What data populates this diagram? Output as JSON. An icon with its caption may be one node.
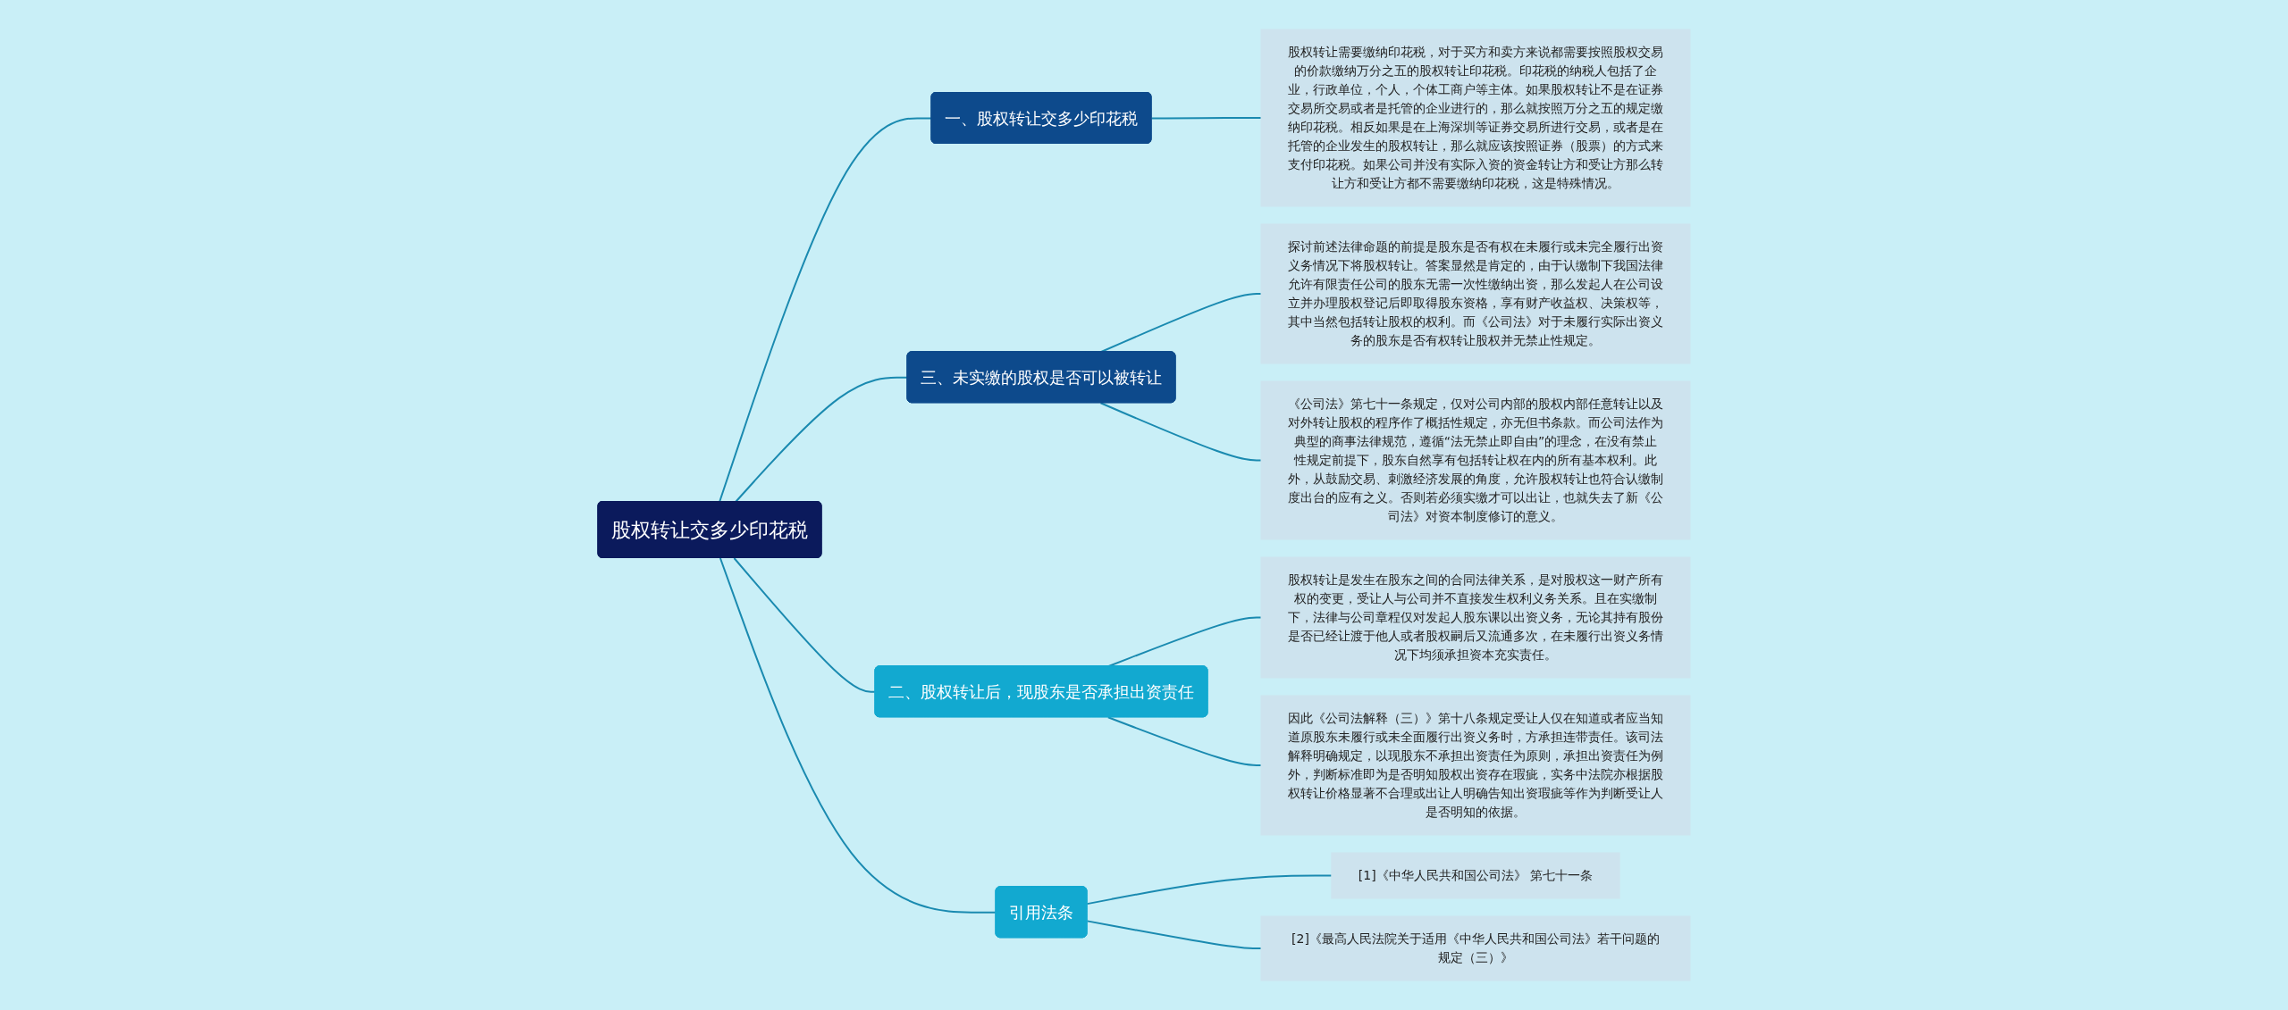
{
  "diagram": {
    "nodes": [
      {
        "text": [
          "股权转让交多少印花税"
        ]
      },
      {
        "text": [
          "一、股权转让交多少印花税"
        ]
      },
      {
        "text": [
          "股权转让需要缴纳印花税，对于买方和卖方来说都需要按照股权交易的价款缴纳万分之五的股权转让印花税。印花税的纳税人包括了企业，行政单位，个人，个体工商户等主体。如果股权转让不是在证券交易所交易或者是托管的企业进行的，那么就按照万分之五的规定缴纳印花税。相反如果是在上海深圳等证券交易所进行交易，或者是在托管的企业发生的股权转让，那么就应该按照证券（股票）的方式来支付印花税。如果公司并没有实际入资的资金转让方和受让方那么转让方和受让方都不需要缴纳印花税，这是特殊情况。"
        ]
      },
      {
        "text": [
          "三、未实缴的股权是否可以被转让"
        ]
      },
      {
        "text": [
          "探讨前述法律命题的前提是股东是否有权在未履行或未完全履行出资义务情况下将股权转让。答案显然是肯定的，由于认缴制下我国法律允许有限责任公司的股东无需一次性缴纳出资，那么发起人在公司设立并办理股权登记后即取得股东资格，享有财产收益权、决策权等，其中当然包括转让股权的权利。而《公司法》对于未履行实际出资义务的股东是否有权转让股权并无禁止性规定。"
        ]
      },
      {
        "text": [
          "《公司法》第七十一条规定，仅对公司内部的股权内部任意转让以及对外转让股权的程序作了概括性规定，亦无但书条款。而公司法作为典型的商事法律规范，遵循“法无禁止即自由”的理念，在没有禁止性规定前提下，股东自然享有包括转让权在内的所有基本权利。此外，从鼓励交易、刺激经济发展的角度，允许股权转让也符合认缴制度出台的应有之义。否则若必须实缴才可以出让，也就失去了新《公司法》对资本制度修订的意义。"
        ]
      },
      {
        "text": [
          "二、股权转让后，现股东是否承担出资责任"
        ]
      },
      {
        "text": [
          "股权转让是发生在股东之间的合同法律关系，是对股权这一财产所有权的变更，受让人与公司并不直接发生权利义务关系。且在实缴制下，法律与公司章程仅对发起人股东课以出资义务，无论其持有股份是否已经让渡于他人或者股权嗣后又流通多次，在未履行出资义务情况下均须承担资本充实责任。"
        ]
      },
      {
        "text": [
          "因此《公司法解释（三）》第十八条规定受让人仅在知道或者应当知道原股东未履行或未全面履行出资义务时，方承担连带责任。该司法解释明确规定，以现股东不承担出资责任为原则，承担出资责任为例外，判断标准即为是否明知股权出资存在瑕疵，实务中法院亦根据股权转让价格显著不合理或出让人明确告知出资瑕疵等作为判断受让人是否明知的依据。"
        ]
      },
      {
        "text": [
          "引用法条"
        ]
      },
      {
        "text": [
          "[1]《中华人民共和国公司法》 第七十一条"
        ]
      },
      {
        "text": [
          "[2]《最高人民法院关于适用《中华人民共和国公司法》若干问题的规定（三）》"
        ]
      }
    ],
    "edges": [
      {
        "from": 0,
        "to": 1,
        "arrow": "none"
      },
      {
        "from": 1,
        "to": 2,
        "arrow": "none"
      },
      {
        "from": 0,
        "to": 3,
        "arrow": "none"
      },
      {
        "from": 3,
        "to": 4,
        "arrow": "none"
      },
      {
        "from": 3,
        "to": 5,
        "arrow": "none"
      },
      {
        "from": 0,
        "to": 6,
        "arrow": "none"
      },
      {
        "from": 6,
        "to": 7,
        "arrow": "none"
      },
      {
        "from": 6,
        "to": 8,
        "arrow": "none"
      },
      {
        "from": 0,
        "to": 9,
        "arrow": "none"
      },
      {
        "from": 9,
        "to": 10,
        "arrow": "none"
      },
      {
        "from": 9,
        "to": 11,
        "arrow": "none"
      }
    ]
  }
}
